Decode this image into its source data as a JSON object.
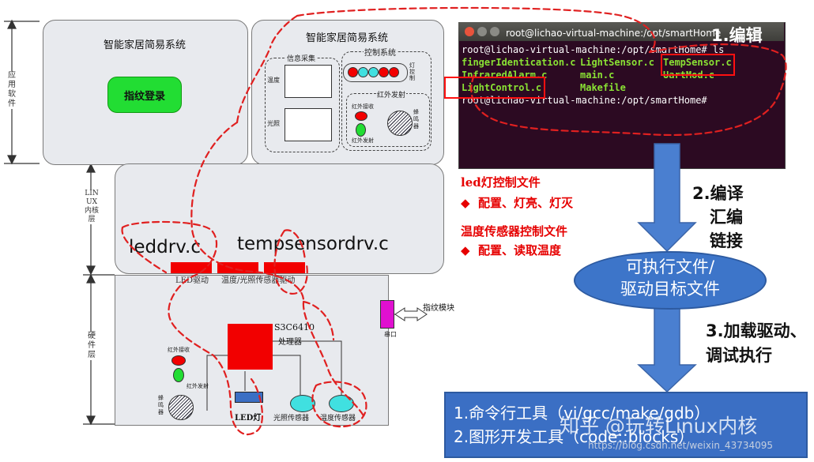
{
  "colors": {
    "panel_fill": "#e8eaee",
    "panel_stroke": "#7a7a7a",
    "dash_red": "#e02020",
    "arrow_blue": "#4a7fd0",
    "ellipse_blue": "#3d75c9",
    "box_blue": "#3b6fc4",
    "terminal_bg": "#2c0a22",
    "terminal_green": "#8ae234",
    "red_block": "#f20000",
    "red_text": "#e60000",
    "green_button": "#22dd33",
    "magenta": "#e010d0",
    "cyan": "#40e0e0"
  },
  "left_side_labels": {
    "app": "应用软件",
    "kernel": "LINUX内核层",
    "hardware": "硬件层"
  },
  "app_panel_1": {
    "title": "智能家居简易系统",
    "login_button": "指纹登录"
  },
  "app_panel_2": {
    "title": "智能家居简易系统",
    "info_label": "信息采集",
    "temp_label": "温度",
    "light_label": "光照",
    "control_label": "控制系统",
    "lamp_label": "灯控制",
    "ir_label": "红外发射",
    "ir_recv": "红外接收",
    "ir_send": "红外发射",
    "buzzer": "蜂鸣器"
  },
  "kernel_panel": {
    "led_file": "leddrv.c",
    "temp_file": "tempsensordrv.c",
    "led_driver": "LED驱动",
    "temp_driver": "温度/光照传感器驱动"
  },
  "hw_panel": {
    "cpu_name": "S3C6410",
    "cpu_sub": "处理器",
    "ir_recv": "红外接收",
    "ir_send": "红外发射",
    "buzzer": "蜂鸣器",
    "led": "LED灯",
    "light_sensor": "光照传感器",
    "temp_sensor": "温度传感器",
    "serial": "串口",
    "fingerprint": "指纹模块"
  },
  "terminal": {
    "title": "root@lichao-virtual-machine:/opt/smartHome",
    "prompt": "root@lichao-virtual-machine:/opt/smartHome# ls",
    "files": [
      "fingerIdentication.c",
      "LightSensor.c",
      "TempSensor.c",
      "InfraredAlarm.c",
      "main.c",
      "UartMod.c",
      "LightControl.c",
      "Makefile"
    ],
    "prompt_end": "root@lichao-virtual-machine:/opt/smartHome#"
  },
  "steps": {
    "edit": "1.编辑",
    "compile_1": "2.编译",
    "compile_2": "汇编",
    "compile_3": "链接",
    "load_1": "3.加载驱动、",
    "load_2": "调试执行"
  },
  "notes": {
    "led_title": "led灯控制文件",
    "led_item": "配置、灯亮、灯灭",
    "temp_title": "温度传感器控制文件",
    "temp_item": "配置、读取温度",
    "bullet": "◆"
  },
  "executable": {
    "line1": "可执行文件/",
    "line2": "驱动目标文件"
  },
  "tools": {
    "line1": "1.命令行工具（vi/gcc/make/gdb）",
    "line2": "2.图形开发工具（code::blocks）"
  },
  "watermark": {
    "zhihu": "知乎 @玩转Linux内核",
    "csdn": "https://blog.csdn.net/weixin_43734095"
  }
}
